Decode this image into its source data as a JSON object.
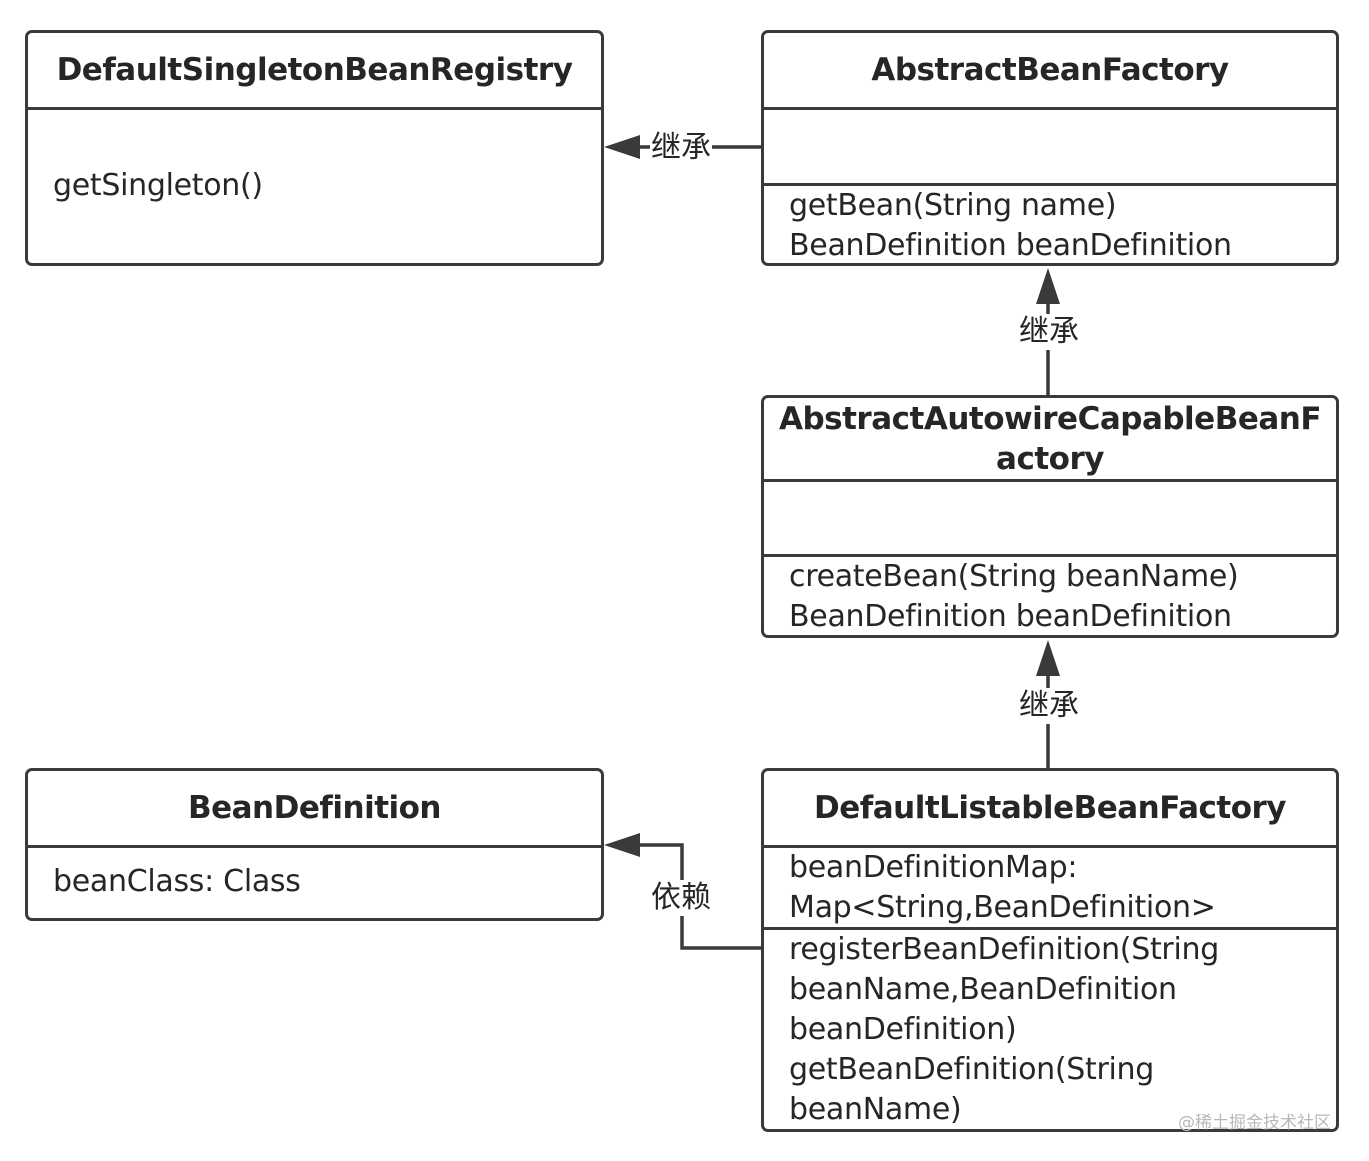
{
  "classes": {
    "default_singleton_bean_registry": {
      "name": "DefaultSingletonBeanRegistry",
      "members": [
        "getSingleton()"
      ]
    },
    "abstract_bean_factory": {
      "name": "AbstractBeanFactory",
      "attributes": [],
      "methods": [
        "getBean(String name)",
        "BeanDefinition beanDefinition"
      ]
    },
    "abstract_autowire_capable_bean_factory": {
      "name_lines": [
        "AbstractAutowireCapableBeanF",
        "actory"
      ],
      "attributes": [],
      "methods": [
        "createBean(String beanName)",
        "BeanDefinition beanDefinition"
      ]
    },
    "bean_definition": {
      "name": "BeanDefinition",
      "attributes": [
        "beanClass: Class"
      ]
    },
    "default_listable_bean_factory": {
      "name": "DefaultListableBeanFactory",
      "attributes": [
        "beanDefinitionMap:",
        "Map<String,BeanDefinition>"
      ],
      "methods": [
        "registerBeanDefinition(String",
        "beanName,BeanDefinition",
        "beanDefinition)",
        "getBeanDefinition(String",
        "beanName)"
      ]
    }
  },
  "relations": {
    "inherit_1": {
      "label": "继承"
    },
    "inherit_2": {
      "label": "继承"
    },
    "inherit_3": {
      "label": "继承"
    },
    "depend_1": {
      "label": "依赖"
    }
  },
  "watermark": "@稀土掘金技术社区",
  "colors": {
    "border": "#3a3a3a",
    "text": "#262626",
    "background": "#ffffff"
  }
}
